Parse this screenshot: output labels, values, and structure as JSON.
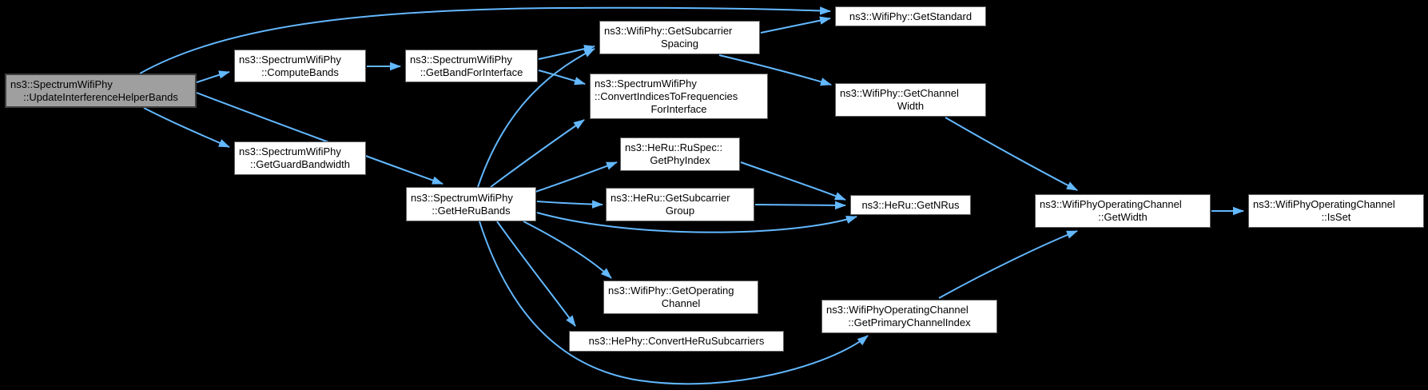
{
  "diagram": {
    "kind": "doxygen-call-graph",
    "colors": {
      "background": "#000000",
      "edge": "#63b8ff",
      "node_fill": "#ffffff",
      "node_border": "#5e5e5e",
      "highlight_fill": "#9f9f9f",
      "highlight_border": "#3f3f3f",
      "text": "#000000"
    },
    "nodes": [
      {
        "id": "update",
        "lines": [
          "ns3::SpectrumWifiPhy",
          "::UpdateInterferenceHelperBands"
        ],
        "highlight": true
      },
      {
        "id": "compute_bands",
        "lines": [
          "ns3::SpectrumWifiPhy",
          "::ComputeBands"
        ]
      },
      {
        "id": "get_band_for_interface",
        "lines": [
          "ns3::SpectrumWifiPhy",
          "::GetBandForInterface"
        ]
      },
      {
        "id": "get_subcarrier_spacing",
        "lines": [
          "ns3::WifiPhy::GetSubcarrier",
          "Spacing"
        ]
      },
      {
        "id": "get_standard",
        "lines": [
          "ns3::WifiPhy::GetStandard"
        ]
      },
      {
        "id": "convert_indices",
        "lines": [
          "ns3::SpectrumWifiPhy",
          "::ConvertIndicesToFrequencies",
          "ForInterface"
        ]
      },
      {
        "id": "get_channel_width",
        "lines": [
          "ns3::WifiPhy::GetChannel",
          "Width"
        ]
      },
      {
        "id": "get_guard_bandwidth",
        "lines": [
          "ns3::SpectrumWifiPhy",
          "::GetGuardBandwidth"
        ]
      },
      {
        "id": "get_he_ru_bands",
        "lines": [
          "ns3::SpectrumWifiPhy",
          "::GetHeRuBands"
        ]
      },
      {
        "id": "get_phy_index",
        "lines": [
          "ns3::HeRu::RuSpec::",
          "GetPhyIndex"
        ]
      },
      {
        "id": "get_subcarrier_group",
        "lines": [
          "ns3::HeRu::GetSubcarrier",
          "Group"
        ]
      },
      {
        "id": "get_nrus",
        "lines": [
          "ns3::HeRu::GetNRus"
        ]
      },
      {
        "id": "get_operating_channel",
        "lines": [
          "ns3::WifiPhy::GetOperating",
          "Channel"
        ]
      },
      {
        "id": "convert_he_ru_subcarriers",
        "lines": [
          "ns3::HePhy::ConvertHeRuSubcarriers"
        ]
      },
      {
        "id": "get_primary_channel_index",
        "lines": [
          "ns3::WifiPhyOperatingChannel",
          "::GetPrimaryChannelIndex"
        ]
      },
      {
        "id": "get_width",
        "lines": [
          "ns3::WifiPhyOperatingChannel",
          "::GetWidth"
        ]
      },
      {
        "id": "is_set",
        "lines": [
          "ns3::WifiPhyOperatingChannel",
          "::IsSet"
        ]
      }
    ],
    "edges": [
      {
        "from": "update",
        "to": "compute_bands"
      },
      {
        "from": "update",
        "to": "get_standard"
      },
      {
        "from": "update",
        "to": "get_guard_bandwidth"
      },
      {
        "from": "update",
        "to": "get_he_ru_bands"
      },
      {
        "from": "compute_bands",
        "to": "get_band_for_interface"
      },
      {
        "from": "get_band_for_interface",
        "to": "get_subcarrier_spacing"
      },
      {
        "from": "get_band_for_interface",
        "to": "convert_indices"
      },
      {
        "from": "get_subcarrier_spacing",
        "to": "get_standard"
      },
      {
        "from": "get_subcarrier_spacing",
        "to": "get_channel_width"
      },
      {
        "from": "get_channel_width",
        "to": "get_width"
      },
      {
        "from": "get_he_ru_bands",
        "to": "get_subcarrier_spacing"
      },
      {
        "from": "get_he_ru_bands",
        "to": "convert_indices"
      },
      {
        "from": "get_he_ru_bands",
        "to": "get_phy_index"
      },
      {
        "from": "get_he_ru_bands",
        "to": "get_subcarrier_group"
      },
      {
        "from": "get_he_ru_bands",
        "to": "get_nrus"
      },
      {
        "from": "get_he_ru_bands",
        "to": "get_operating_channel"
      },
      {
        "from": "get_he_ru_bands",
        "to": "convert_he_ru_subcarriers"
      },
      {
        "from": "get_he_ru_bands",
        "to": "get_primary_channel_index"
      },
      {
        "from": "get_phy_index",
        "to": "get_nrus"
      },
      {
        "from": "get_subcarrier_group",
        "to": "get_nrus"
      },
      {
        "from": "get_primary_channel_index",
        "to": "get_width"
      },
      {
        "from": "get_width",
        "to": "is_set"
      }
    ]
  }
}
